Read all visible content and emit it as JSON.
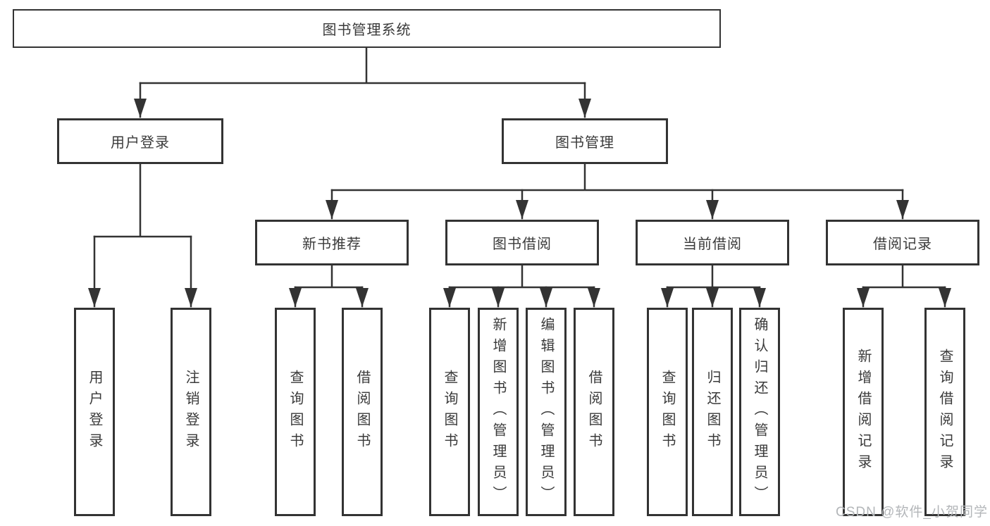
{
  "tree": {
    "root": "图书管理系统",
    "branches": [
      {
        "label": "用户登录",
        "children": [
          "用户登录",
          "注销登录"
        ]
      },
      {
        "label": "图书管理",
        "modules": [
          {
            "label": "新书推荐",
            "children": [
              "查询图书",
              "借阅图书"
            ]
          },
          {
            "label": "图书借阅",
            "children": [
              "查询图书",
              "新增图书（管理员）",
              "编辑图书（管理员）",
              "借阅图书"
            ]
          },
          {
            "label": "当前借阅",
            "children": [
              "查询图书",
              "归还图书",
              "确认归还（管理员）"
            ]
          },
          {
            "label": "借阅记录",
            "children": [
              "新增借阅记录",
              "查询借阅记录"
            ]
          }
        ]
      }
    ]
  },
  "watermark": "CSDN @软件_小贺同学",
  "colors": {
    "line": "#333333",
    "box_border": "#333333",
    "text": "#3a3a3a",
    "watermark": "#b3b6b9",
    "background": "#ffffff"
  }
}
